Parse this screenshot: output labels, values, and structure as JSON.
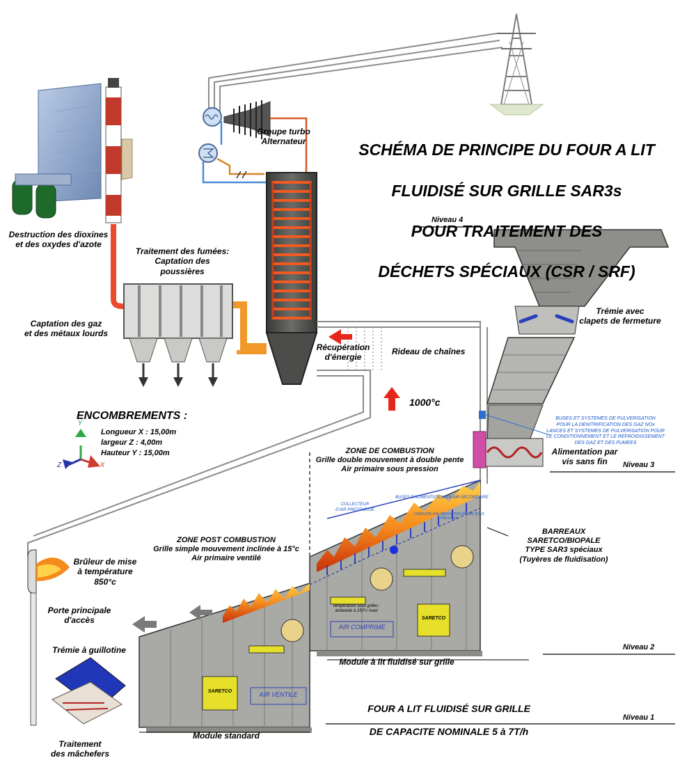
{
  "title": {
    "line1": "SCHÉMA DE PRINCIPE DU FOUR A LIT",
    "line2": "FLUIDISÉ SUR GRILLE SAR3s",
    "line3": "POUR TRAITEMENT DES",
    "line4": "DÉCHETS SPÉCIAUX (CSR / SRF)"
  },
  "subtitle": {
    "line1": "FOUR A LIT FLUIDISÉ SUR GRILLE",
    "line2": "DE CAPACITE NOMINALE 5 à 7T/h"
  },
  "levels": {
    "n4": "Niveau 4",
    "n3": "Niveau 3",
    "n2": "Niveau 2",
    "n1": "Niveau 1"
  },
  "labels": {
    "turbo": "Groupe turbo\nAlternateur",
    "dioxins": "Destruction des dioxines\net des oxydes d'azote",
    "fumes": "Traitement des fumées:\nCaptation des\npoussières",
    "gas": "Captation des gaz\net des métaux lourds",
    "energy": "Récupération\nd'énergie",
    "chains": "Rideau de chaînes",
    "temp": "1000°c",
    "hopper": "Trémie avec\nclapets de fermeture",
    "feed": "Alimentation par\nvis sans fin",
    "nozzles": "BUSES ET SYSTEMES DE PULVERISATION\nPOUR LA DENITRIFICATION DES GAZ NOx\nLANCES ET SYSTEMES DE PULVERISATION POUR\nLE CONDITIONNEMENT ET LE REFROIDISSEMENT\nDES GAZ ET DES FUMEES",
    "combustion_zone": "ZONE DE COMBUSTION\nGrille double mouvement à double pente\nAir primaire sous pression",
    "post_zone": "ZONE POST COMBUSTION\nGrille simple mouvement inclinée à 15°c\nAir primaire ventilé",
    "bars": "BARREAUX SARETCO/BIOPALE\nTYPE SAR3 spéciaux\n(Tuyères de fluidisation)",
    "burner": "Brûleur de mise\nà température\n850°c",
    "door": "Porte principale\nd'accès",
    "guillotine": "Trémie à guillotine",
    "ash": "Traitement\ndes mâchefers",
    "module_fluid": "Module à lit fluidisé sur grille",
    "module_std": "Module standard",
    "air_comprime": "AIR COMPRIMÉ",
    "air_ventile": "AIR VENTILE",
    "saretco": "SARETCO",
    "buses_secondary": "BUSES D'ALIMENTATION EN AIR SECONDAIRE",
    "collector": "COLLECTEUR\nD'AIR PRESSURISÉ",
    "temp_under": "Température sous grilles :\nambiante à 150°c maxi",
    "manifold": "CONDUITE D'ALIMENTATION EN AIR SOUS PRESSION"
  },
  "encombrements": {
    "title": "ENCOMBREMENTS :",
    "x": "Longueur X : 15,00m",
    "z": "largeur Z : 4,00m",
    "y": "Hauteur Y : 15,00m",
    "axis_x": "X",
    "axis_y": "Y",
    "axis_z": "Z"
  },
  "colors": {
    "flue": "#ec4a2c",
    "hot_duct": "#f0982a",
    "steel": "#a9aaa6",
    "steel_light": "#d2d3cf",
    "steam": "#4a8ad6",
    "air": "#2b3fb8",
    "fire": "#f58a1d",
    "yellow": "#e7e02a",
    "magenta": "#d24da6"
  }
}
